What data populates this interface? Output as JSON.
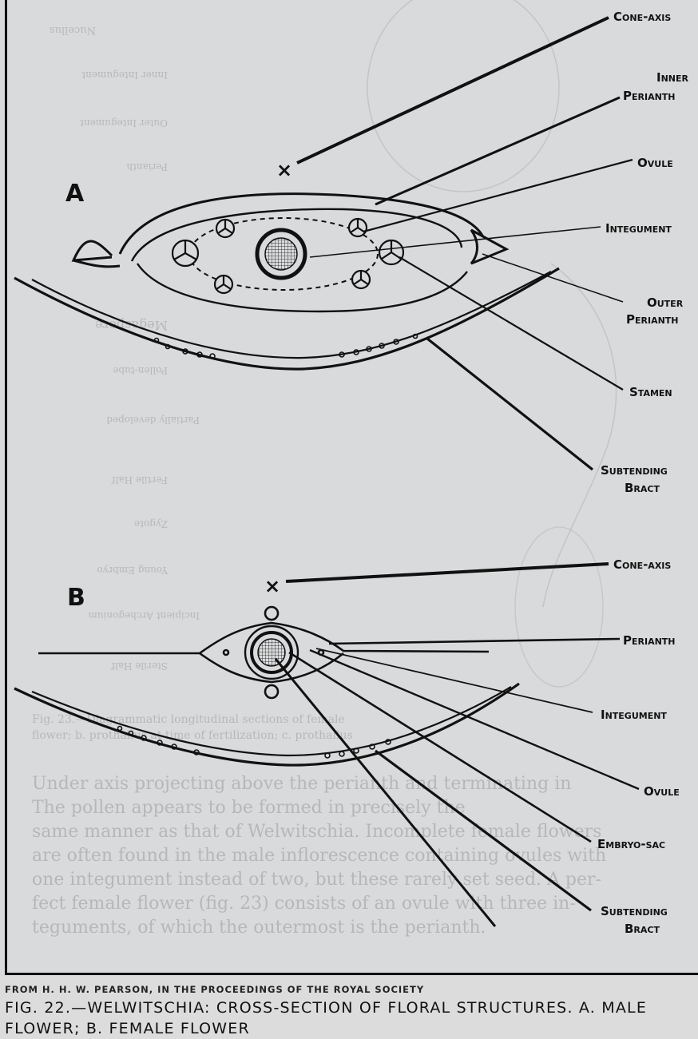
{
  "figure": {
    "panels": [
      {
        "letter": "A",
        "labels": [
          {
            "text": "Cone-axis",
            "lines": [
              "Cone-axis"
            ]
          },
          {
            "text": "Inner Perianth",
            "lines": [
              "Inner",
              "Perianth"
            ]
          },
          {
            "text": "Ovule",
            "lines": [
              "Ovule"
            ]
          },
          {
            "text": "Integument",
            "lines": [
              "Integument"
            ]
          },
          {
            "text": "Outer Perianth",
            "lines": [
              "Outer",
              "Perianth"
            ]
          },
          {
            "text": "Stamen",
            "lines": [
              "Stamen"
            ]
          },
          {
            "text": "Subtending Bract",
            "lines": [
              "Subtending",
              "Bract"
            ]
          }
        ]
      },
      {
        "letter": "B",
        "labels": [
          {
            "text": "Cone-axis",
            "lines": [
              "Cone-axis"
            ]
          },
          {
            "text": "Perianth",
            "lines": [
              "Perianth"
            ]
          },
          {
            "text": "Integument",
            "lines": [
              "Integument"
            ]
          },
          {
            "text": "Ovule",
            "lines": [
              "Ovule"
            ]
          },
          {
            "text": "Embryo-sac",
            "lines": [
              "Embryo-sac"
            ]
          },
          {
            "text": "Subtending Bract",
            "lines": [
              "Subtending",
              "Bract"
            ]
          }
        ]
      }
    ],
    "markers": {
      "cone_axis_symbol": "×"
    }
  },
  "caption": {
    "credit": "From H. H. W. Pearson, in the Proceedings of the Royal Society",
    "title": "Fig. 22.—Welwitschia: cross-section of floral structures. A. male flower; B. female flower"
  },
  "colors": {
    "ink": "#111111",
    "paper": "#d9dadb",
    "show_through": "#9b9c9e"
  }
}
